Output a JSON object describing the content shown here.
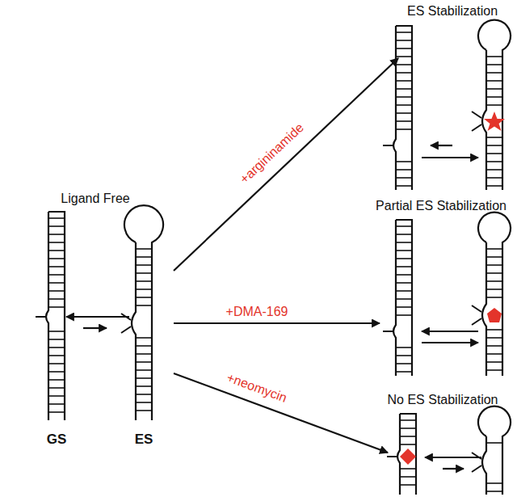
{
  "diagram": {
    "labels": [
      "ES Stabilization",
      "Ligand Free",
      "+argininamide",
      "Partial ES Stabilization",
      "+DMA-169",
      "GS",
      "ES",
      "+neomycin",
      "No ES Stabilization"
    ]
  }
}
